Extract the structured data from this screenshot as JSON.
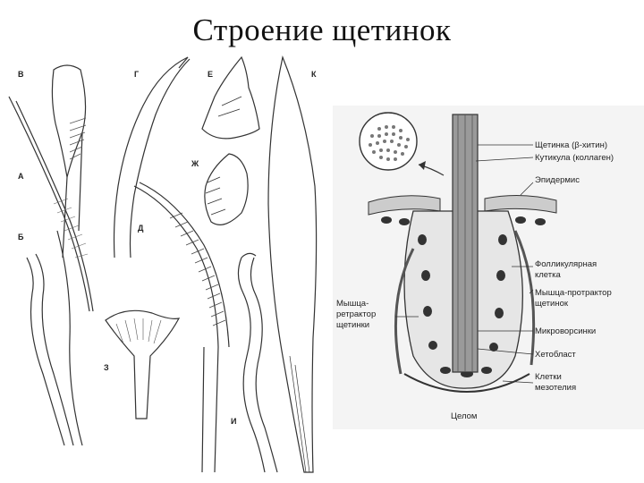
{
  "title": "Строение щетинок",
  "left_figure": {
    "labels": [
      "В",
      "Г",
      "Е",
      "К",
      "А",
      "Ж",
      "Б",
      "Д",
      "З",
      "И"
    ]
  },
  "right_figure": {
    "labels": {
      "chaeta": "Щетинка (β-хитин)",
      "cuticle": "Кутикула (коллаген)",
      "epidermis": "Эпидермис",
      "follicle_cell_1": "Фолликулярная",
      "follicle_cell_2": "клетка",
      "protractor_1": "Мышца-протрактор",
      "protractor_2": "щетинок",
      "retractor_1": "Мышца-",
      "retractor_2": "ретрактор",
      "retractor_3": "щетинки",
      "microvilli": "Микроворсинки",
      "chaetoblast": "Хетобласт",
      "mesothelium_1": "Клетки",
      "mesothelium_2": "мезотелия",
      "coelom": "Целом"
    }
  }
}
